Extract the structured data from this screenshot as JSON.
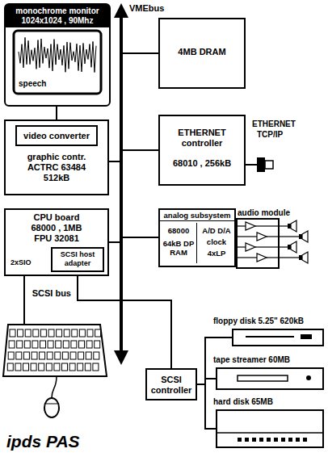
{
  "diagram": {
    "nodes": [
      {
        "text": [
          "monochrome monitor 1024x1024 , 90Mhz",
          "speech"
        ]
      },
      {
        "text": [
          "graphic contr. ACTRC 63484 512kB"
        ]
      },
      {
        "text": [
          "video converter"
        ],
        "in": 1
      },
      {
        "text": [
          "4MB DRAM"
        ]
      },
      {
        "text": [
          "ETHERNET controller",
          "68010 , 256kB"
        ]
      },
      {
        "text": [
          "CPU board 68000 , 1MB FPU 32081",
          "2xSIO"
        ]
      },
      {
        "text": [
          "SCSI host adapter"
        ],
        "in": 5
      },
      {
        "text": [
          "analog subsystem",
          "68000",
          "64kB DP RAM",
          "A/D D/A",
          "clock",
          "4xLP"
        ]
      },
      {
        "text": [
          "audio module"
        ]
      },
      {
        "text": [
          "SCSI controller"
        ]
      },
      {
        "text": [
          "floppy disk 5.25\" 620kB"
        ]
      },
      {
        "text": [
          "tape streamer 60MB"
        ]
      },
      {
        "text": [
          "hard disk 65MB"
        ]
      }
    ],
    "edges": [
      {
        "from": 0,
        "to": 2,
        "arrow": "none"
      },
      {
        "from": 6,
        "to": 9,
        "label": "SCSI bus",
        "arrow": "none"
      },
      {
        "from": 9,
        "to": 10,
        "arrow": "none"
      },
      {
        "from": 9,
        "to": 11,
        "arrow": "none"
      },
      {
        "from": 9,
        "to": 12,
        "arrow": "none"
      }
    ],
    "labels": [
      "VMEbus",
      "ETHERNET",
      "TCP/IP",
      "ipds PAS"
    ]
  }
}
